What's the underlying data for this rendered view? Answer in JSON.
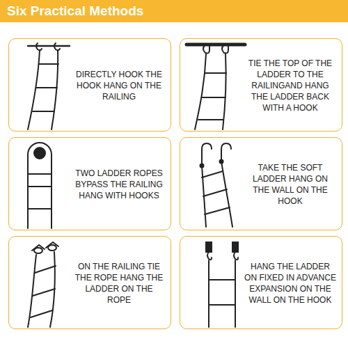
{
  "diagram": {
    "title": "Six Practical Methods",
    "nodes": [
      {
        "text": [
          "DIRECTLY HOOK THE HOOK HANG ON THE RAILING"
        ]
      },
      {
        "text": [
          "TIE THE TOP OF THE LADDER TO THE RAILINGAND HANG THE LADDER BACK WITH A HOOK"
        ]
      },
      {
        "text": [
          "TWO LADDER ROPES BYPASS THE RAILING HANG WITH HOOKS"
        ]
      },
      {
        "text": [
          "TAKE THE SOFT LADDER HANG ON THE WALL ON THE HOOK"
        ]
      },
      {
        "text": [
          "ON THE RAILING TIE THE ROPE HANG THE LADDER ON THE ROPE"
        ]
      },
      {
        "text": [
          "HANG THE LADDER ON FIXED IN ADVANCE EXPANSION ON THE WALL ON THE HOOK"
        ]
      }
    ]
  }
}
